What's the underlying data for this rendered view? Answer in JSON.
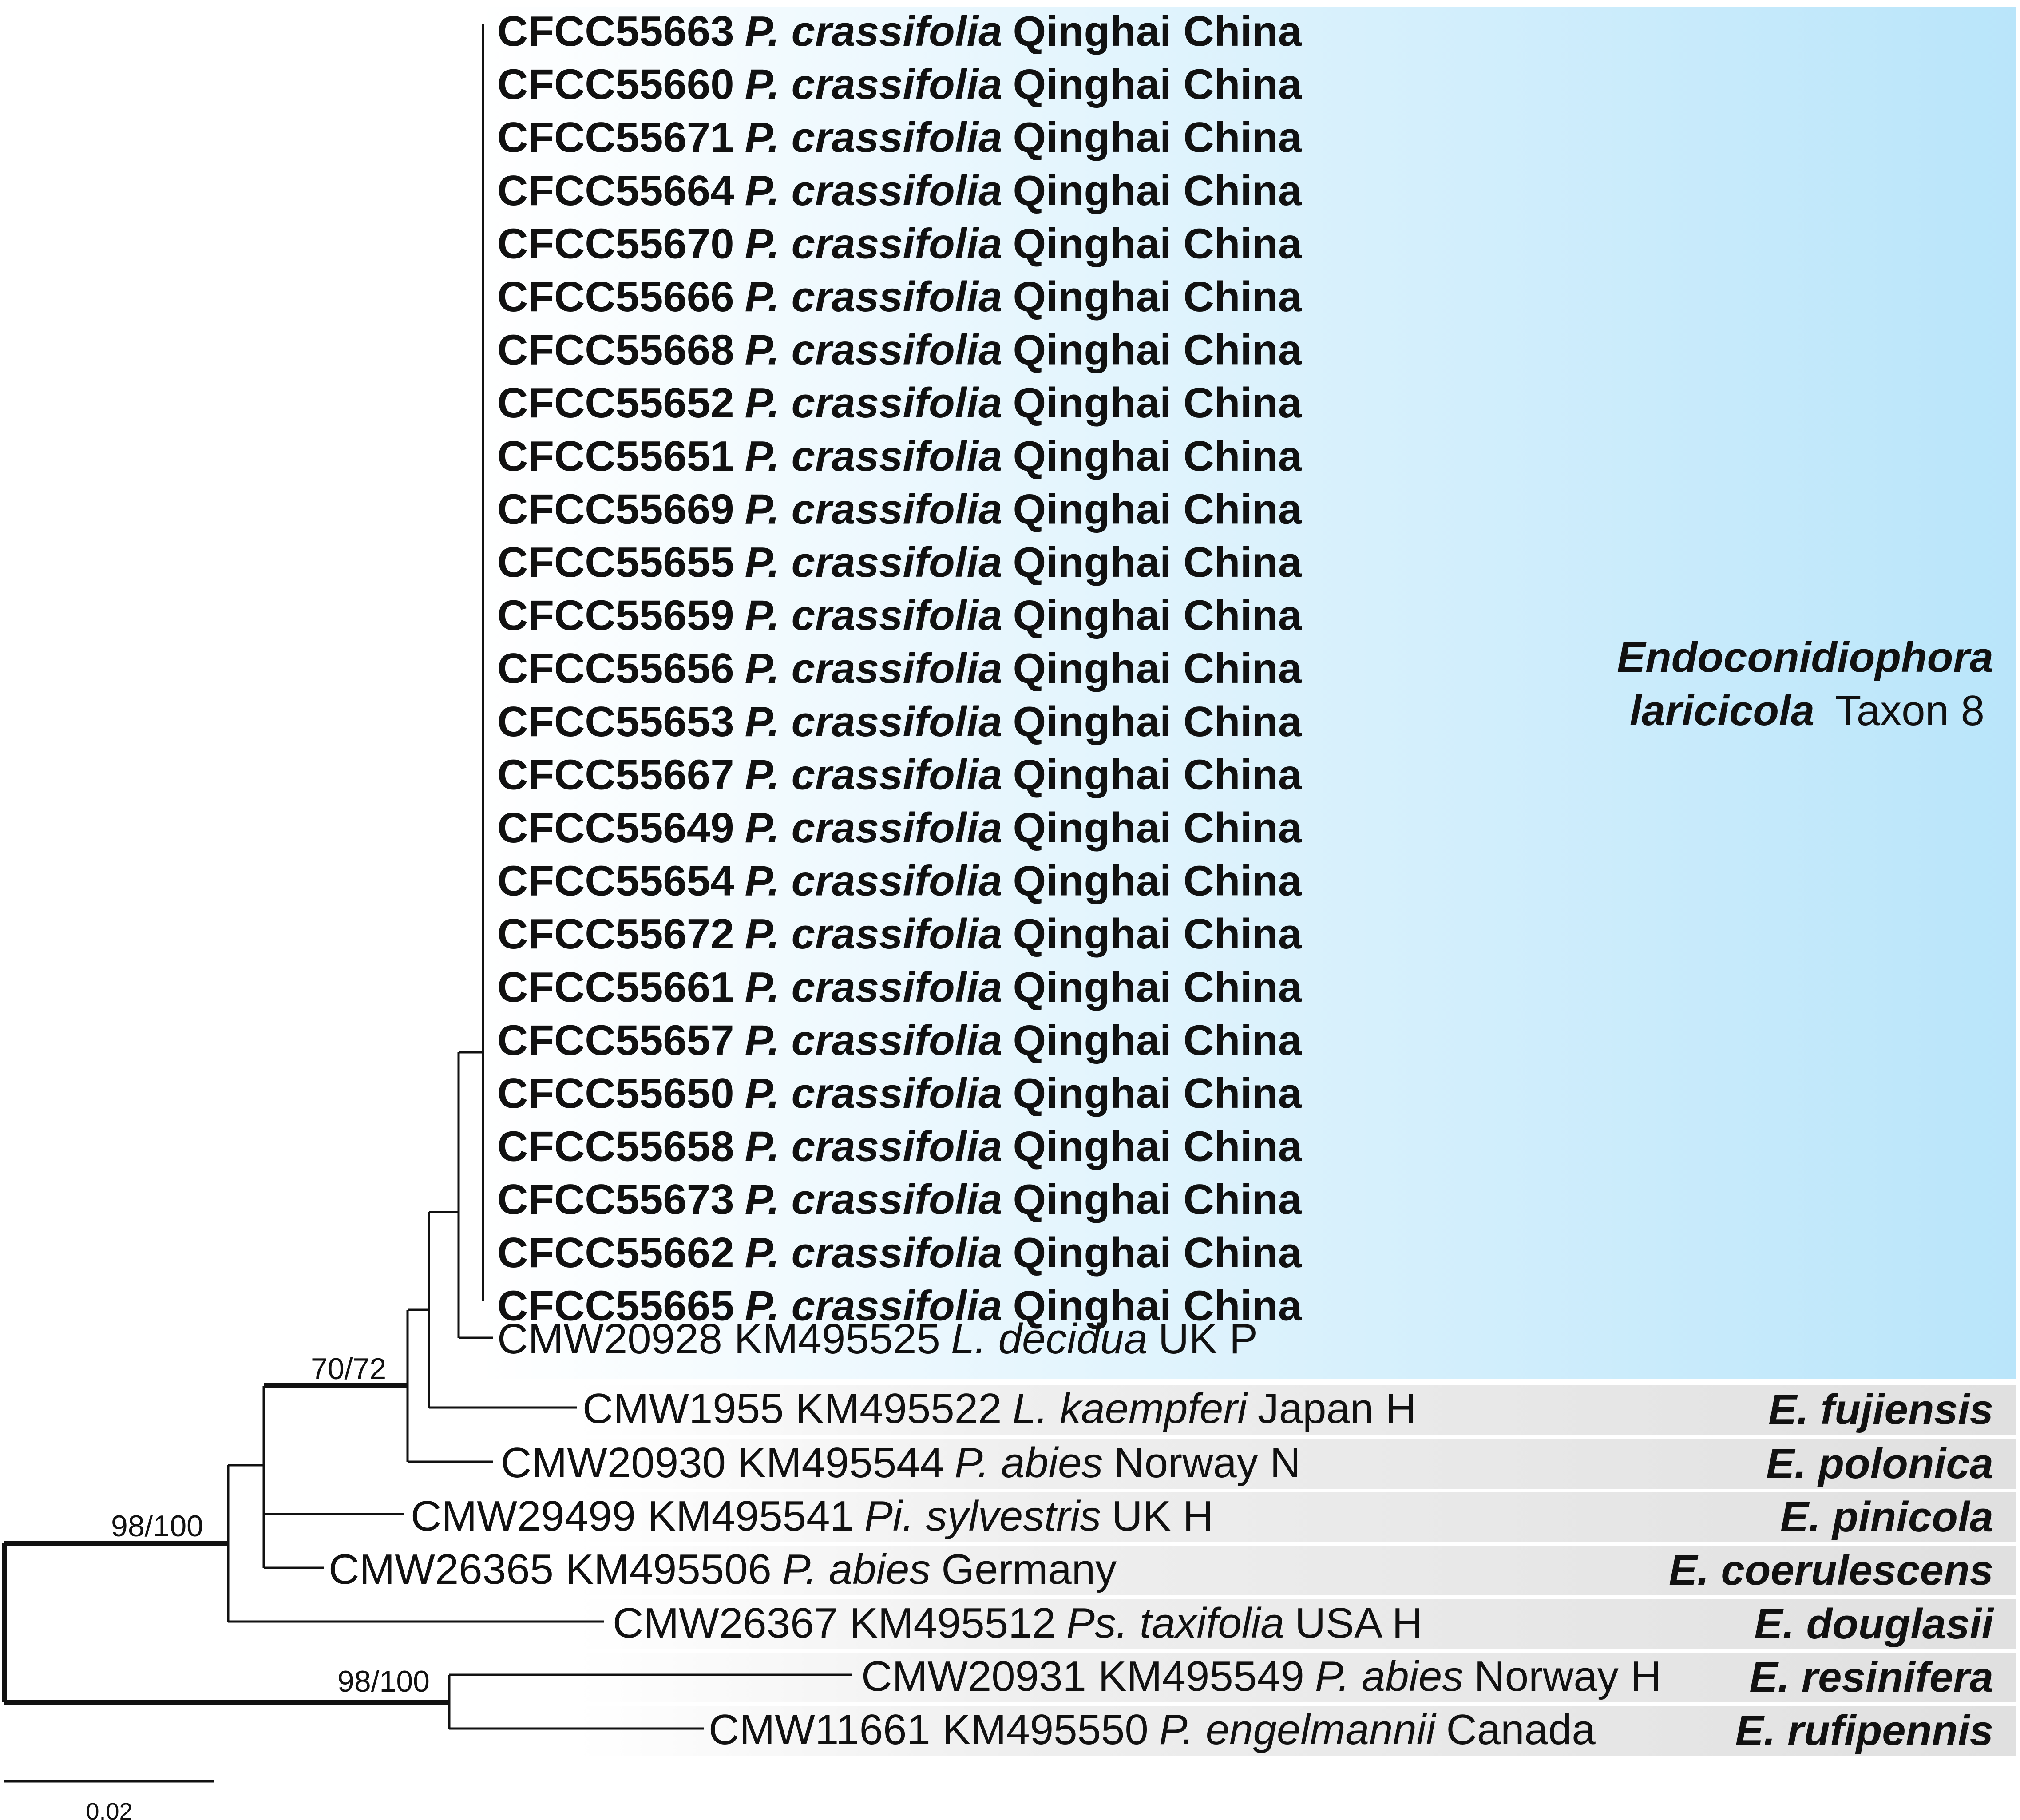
{
  "clade_main": {
    "name_italic": "Endoconidiophora",
    "name_italic2": "laricicola",
    "name_rest": "Taxon 8",
    "highlight_color": "#b9e5fa"
  },
  "main_isolates": [
    {
      "id": "CFCC55663",
      "host": "P. crassifolia",
      "loc": "Qinghai China"
    },
    {
      "id": "CFCC55660",
      "host": "P. crassifolia",
      "loc": "Qinghai China"
    },
    {
      "id": "CFCC55671",
      "host": "P. crassifolia",
      "loc": "Qinghai China"
    },
    {
      "id": "CFCC55664",
      "host": "P. crassifolia",
      "loc": "Qinghai China"
    },
    {
      "id": "CFCC55670",
      "host": "P. crassifolia",
      "loc": "Qinghai China"
    },
    {
      "id": "CFCC55666",
      "host": "P. crassifolia",
      "loc": "Qinghai China"
    },
    {
      "id": "CFCC55668",
      "host": "P. crassifolia",
      "loc": "Qinghai China"
    },
    {
      "id": "CFCC55652",
      "host": "P. crassifolia",
      "loc": "Qinghai China"
    },
    {
      "id": "CFCC55651",
      "host": "P. crassifolia",
      "loc": "Qinghai China"
    },
    {
      "id": "CFCC55669",
      "host": "P. crassifolia",
      "loc": "Qinghai China"
    },
    {
      "id": "CFCC55655",
      "host": "P. crassifolia",
      "loc": "Qinghai China"
    },
    {
      "id": "CFCC55659",
      "host": "P. crassifolia",
      "loc": "Qinghai China"
    },
    {
      "id": "CFCC55656",
      "host": "P. crassifolia",
      "loc": "Qinghai China"
    },
    {
      "id": "CFCC55653",
      "host": "P. crassifolia",
      "loc": "Qinghai China"
    },
    {
      "id": "CFCC55667",
      "host": "P. crassifolia",
      "loc": "Qinghai China"
    },
    {
      "id": "CFCC55649",
      "host": "P. crassifolia",
      "loc": "Qinghai China"
    },
    {
      "id": "CFCC55654",
      "host": "P. crassifolia",
      "loc": "Qinghai China"
    },
    {
      "id": "CFCC55672",
      "host": "P. crassifolia",
      "loc": "Qinghai China"
    },
    {
      "id": "CFCC55661",
      "host": "P. crassifolia",
      "loc": "Qinghai China"
    },
    {
      "id": "CFCC55657",
      "host": "P. crassifolia",
      "loc": "Qinghai China"
    },
    {
      "id": "CFCC55650",
      "host": "P. crassifolia",
      "loc": "Qinghai China"
    },
    {
      "id": "CFCC55658",
      "host": "P. crassifolia",
      "loc": "Qinghai China"
    },
    {
      "id": "CFCC55673",
      "host": "P. crassifolia",
      "loc": "Qinghai China"
    },
    {
      "id": "CFCC55662",
      "host": "P. crassifolia",
      "loc": "Qinghai China"
    },
    {
      "id": "CFCC55665",
      "host": "P. crassifolia",
      "loc": "Qinghai China"
    }
  ],
  "other_taxa": [
    {
      "pre": "CMW20928 KM495525",
      "host": "L. decidua",
      "post": "UK P",
      "species": ""
    },
    {
      "pre": "CMW1955 KM495522",
      "host": "L. kaempferi",
      "post": "Japan H",
      "species": "E. fujiensis"
    },
    {
      "pre": "CMW20930 KM495544",
      "host": "P. abies",
      "post": "Norway N",
      "species": "E. polonica"
    },
    {
      "pre": "CMW29499 KM495541",
      "host": "Pi. sylvestris",
      "post": "UK H",
      "species": "E. pinicola"
    },
    {
      "pre": "CMW26365 KM495506",
      "host": "P. abies",
      "post": "Germany",
      "species": "E. coerulescens"
    },
    {
      "pre": "CMW26367 KM495512",
      "host": "Ps. taxifolia",
      "post": "USA H",
      "species": "E. douglasii"
    },
    {
      "pre": "CMW20931 KM495549",
      "host": "P. abies",
      "post": "Norway H",
      "species": "E. resinifera"
    },
    {
      "pre": "CMW11661 KM495550",
      "host": "P. engelmannii",
      "post": "Canada",
      "species": "E. rufipennis"
    }
  ],
  "support_values": {
    "node_a": "70/72",
    "node_b": "98/100",
    "node_c": "98/100"
  },
  "scale_bar": {
    "label": "0.02"
  },
  "band_color": "#e6e6e6"
}
